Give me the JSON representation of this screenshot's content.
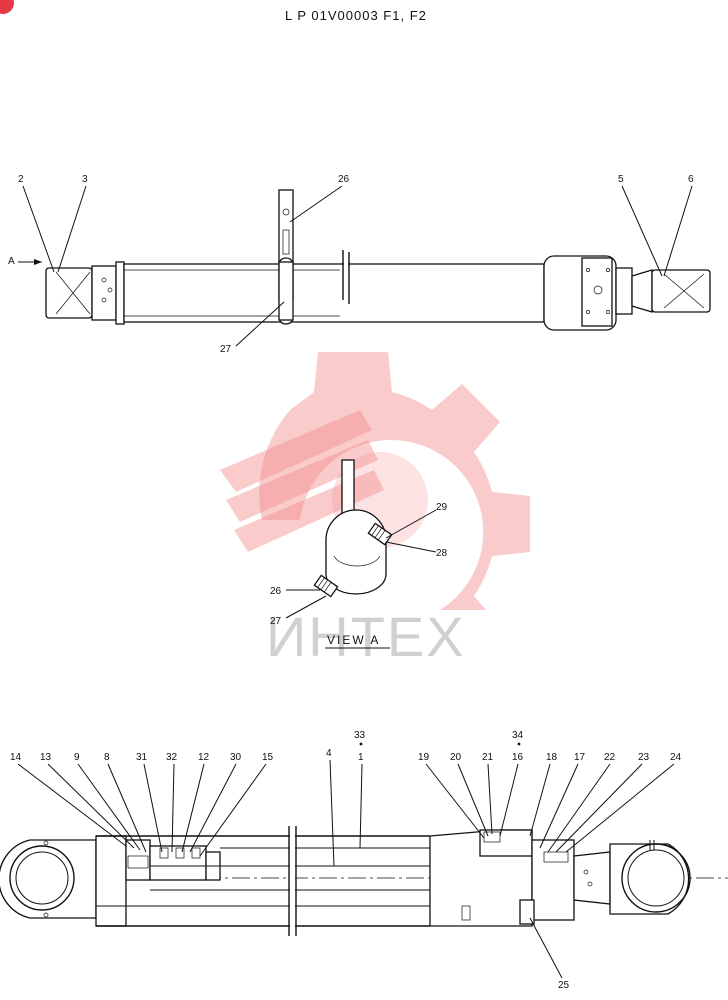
{
  "title": "L P 01V00003 F1, F2",
  "view_label": "VIEW A",
  "arrow_label": "A",
  "watermark_text": "ИНТЕХ",
  "labels": {
    "top": [
      "2",
      "3",
      "26",
      "5",
      "6",
      "27"
    ],
    "view": [
      "29",
      "28",
      "26",
      "27"
    ],
    "bottom_left": [
      "14",
      "13",
      "9",
      "8",
      "31",
      "32",
      "12",
      "30",
      "15",
      "4"
    ],
    "bottom_center": [
      "33",
      "1",
      "34",
      "16"
    ],
    "bottom_right": [
      "19",
      "20",
      "21",
      "18",
      "17",
      "22",
      "23",
      "24",
      "25"
    ]
  },
  "colors": {
    "line": "#111111",
    "watermark": "#f28b8b",
    "badge": "#e63946"
  }
}
